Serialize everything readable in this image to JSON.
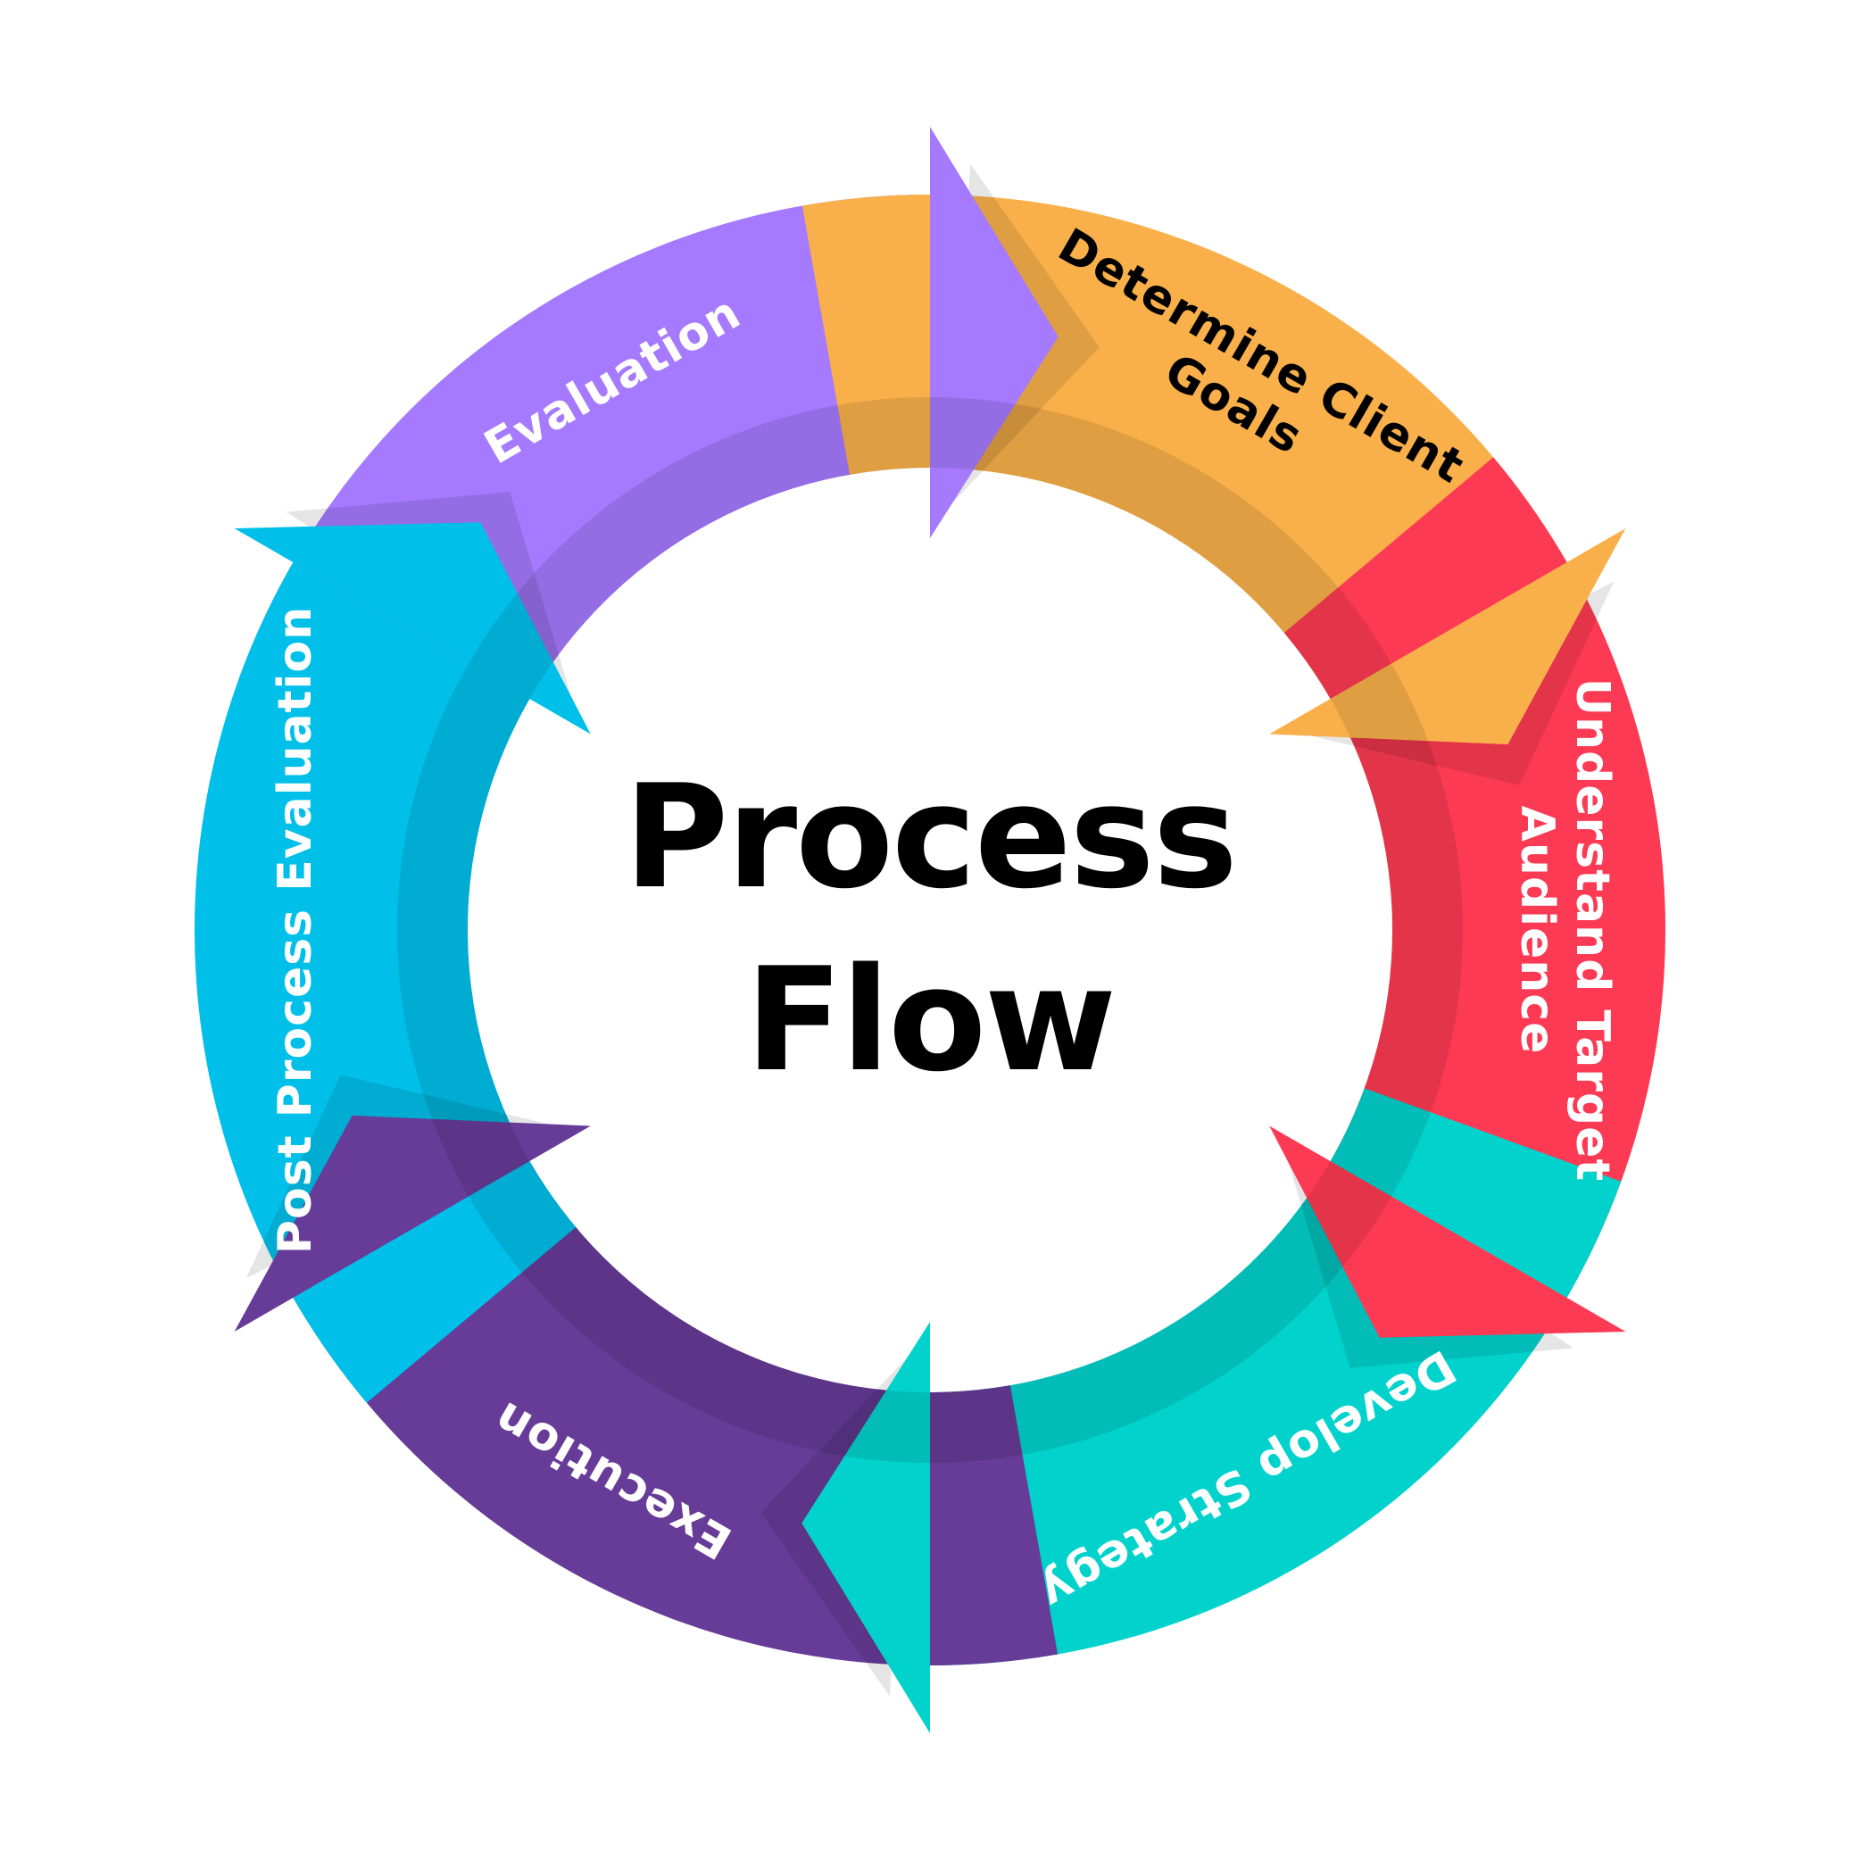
{
  "title": {
    "line1": "Process",
    "line2": "Flow"
  },
  "steps": [
    {
      "label_lines": [
        "Evaluation"
      ],
      "color": "#A57AFE",
      "text_color": "#FFFFFF"
    },
    {
      "label_lines": [
        "Determine Client",
        "Goals"
      ],
      "color": "#F9B04A",
      "text_color": "#000000"
    },
    {
      "label_lines": [
        "Understand Target",
        "Audience"
      ],
      "color": "#FD3A53",
      "text_color": "#FFFFFF"
    },
    {
      "label_lines": [
        "Develop Strategy"
      ],
      "color": "#02D2CC",
      "text_color": "#FFFFFF"
    },
    {
      "label_lines": [
        "Execution"
      ],
      "color": "#673B98",
      "text_color": "#FFFFFF"
    },
    {
      "label_lines": [
        "Post Process Evaluation"
      ],
      "color": "#00C0EA",
      "text_color": "#FFFFFF"
    }
  ]
}
